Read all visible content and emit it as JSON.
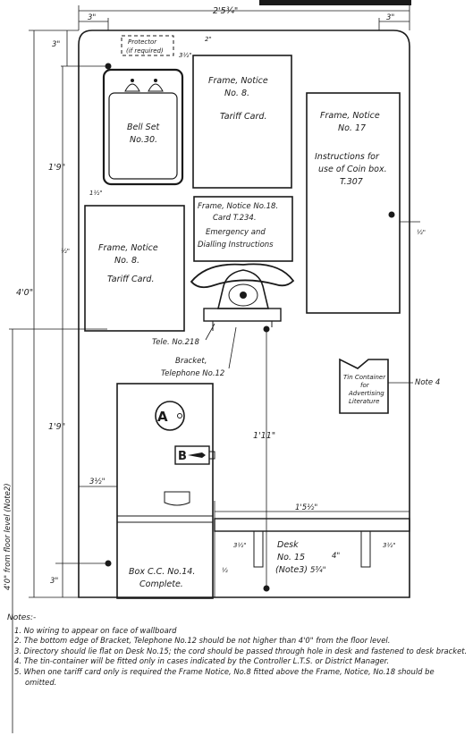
{
  "dimensions": {
    "overall_width": "2'5¾\"",
    "left_margin": "3\"",
    "right_margin": "3\"",
    "top_margin": "3\"",
    "gap_protector_frame": "2\"",
    "gap_3_half": "3½\"",
    "gap_bell": "1½\"",
    "gap_left_frame": "½\"",
    "right_gap": "½\"",
    "upper_height": "1'9\"",
    "total_height": "4'0\"",
    "lower_height": "1'9\"",
    "from_floor": "4'0\" from floor level (Note2)",
    "bottom_margin": "3\"",
    "box_offset": "3½\"",
    "desk_width": "1'5½\"",
    "bracket_height": "1'11\"",
    "leg_left": "3½\"",
    "leg_right": "3½\"",
    "desk_height": "4\"",
    "desk_depth": "5¾\"",
    "box_gap": "½"
  },
  "labels": {
    "protector": [
      "Protector",
      "(if required)"
    ],
    "bell": [
      "Bell Set",
      "No.30."
    ],
    "frame_top": [
      "Frame, Notice",
      "No. 8.",
      "Tariff Card."
    ],
    "frame_right": [
      "Frame, Notice",
      "No. 17",
      "Instructions for",
      "use of Coin box.",
      "T.307"
    ],
    "frame_left": [
      "Frame, Notice",
      "No. 8.",
      "Tariff Card."
    ],
    "frame_mid": [
      "Frame, Notice No.18.",
      "Card T.234.",
      "Emergency and",
      "Dialling Instructions"
    ],
    "tele": "Tele. No.218",
    "bracket": [
      "Bracket,",
      "Telephone No.12"
    ],
    "tin": [
      "Tin Container",
      "for",
      "Advertising",
      "Literature"
    ],
    "note4": "Note 4",
    "box_a": "A",
    "box_b": "B",
    "box_cc": [
      "Box C.C. No.14.",
      "Complete."
    ],
    "desk": [
      "Desk",
      "No. 15",
      "(Note3)"
    ]
  },
  "notes": {
    "heading": "Notes:-",
    "items": [
      "1. No wiring to appear on face of wallboard",
      "2. The bottom edge of Bracket, Telephone No.12 should be not higher than 4'0\" from the floor level.",
      "3. Directory should lie flat on Desk No.15; the cord should be passed through hole in desk and fastened to desk bracket.",
      "4. The tin-container will be fitted only in cases indicated by the Controller L.T.S. or District Manager.",
      "5. When one tariff card only is required the Frame Notice, No.8 fitted above the Frame, Notice, No.18 should be omitted."
    ]
  }
}
